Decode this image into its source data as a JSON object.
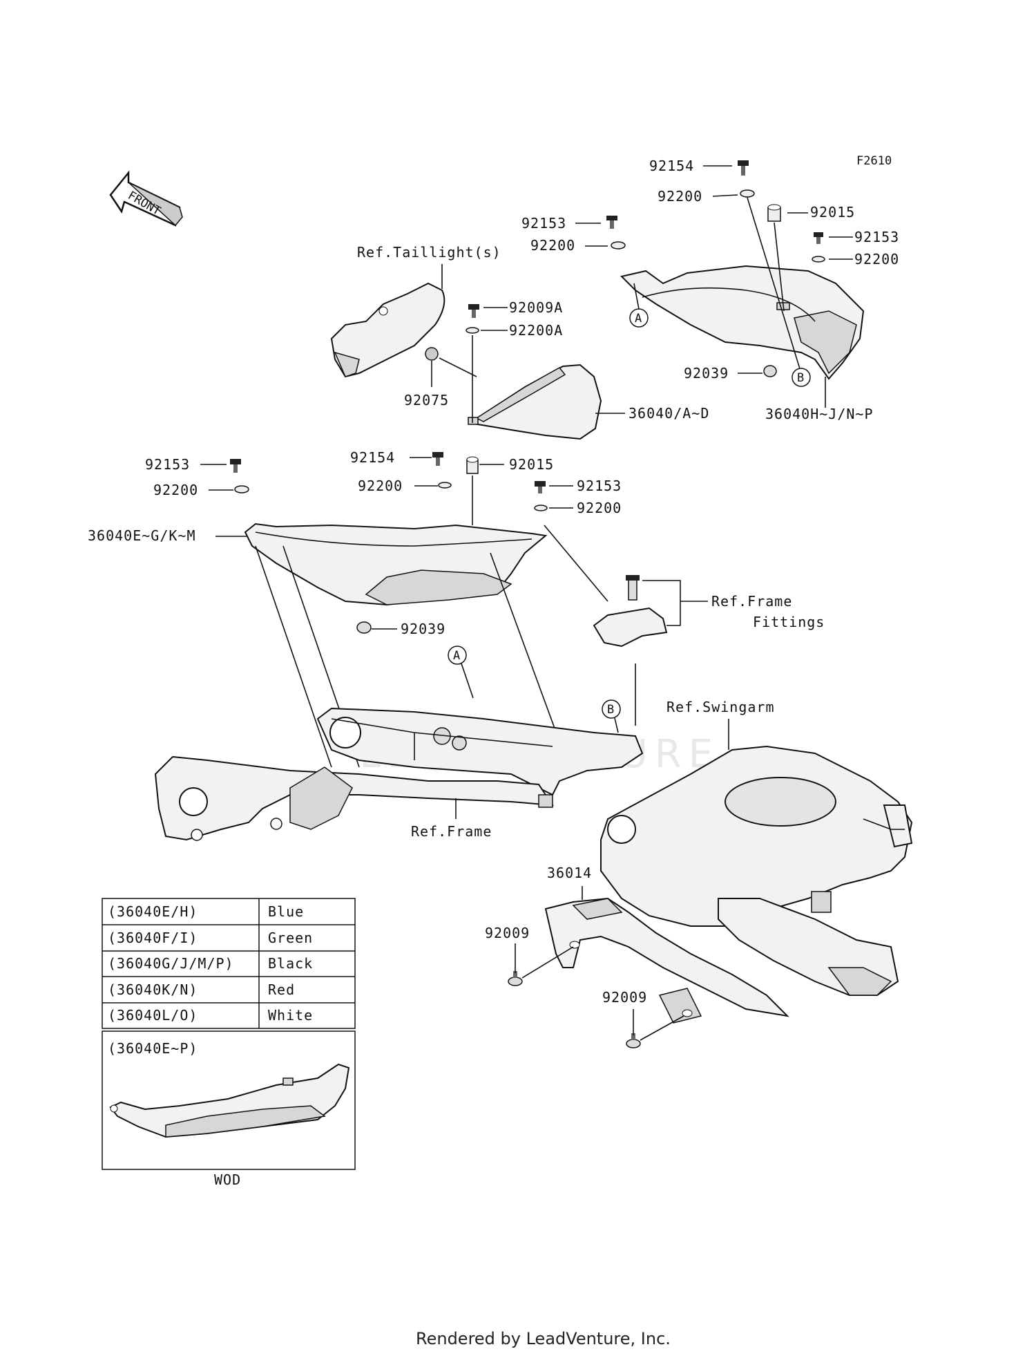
{
  "figure_code": "F2610",
  "direction_arrow": "FRONT",
  "labels": {
    "p92154_top": "92154",
    "p92200_top": "92200",
    "p92015_top": "92015",
    "p92153_rt": "92153",
    "p92200_rt": "92200",
    "p92153_mid": "92153",
    "p92200_mid": "92200",
    "ref_taillight": "Ref.Taillight(s)",
    "p92009A": "92009A",
    "p92200A": "92200A",
    "p92075": "92075",
    "p36040AD": "36040/A~D",
    "p92039_rt": "92039",
    "p36040HP": "36040H~J/N~P",
    "p92153_left": "92153",
    "p92200_left": "92200",
    "p36040EM": "36040E~G/K~M",
    "p92154_mid": "92154",
    "p92015_mid": "92015",
    "p92200_center": "92200",
    "p92153_center": "92153",
    "p92200_center2": "92200",
    "ref_frame_fittings_1": "Ref.Frame",
    "ref_frame_fittings_2": "Fittings",
    "p92039_mid": "92039",
    "marker_a": "A",
    "marker_b": "B",
    "ref_swingarm": "Ref.Swingarm",
    "ref_frame": "Ref.Frame",
    "p36014": "36014",
    "p92009_l": "92009",
    "p92009_r": "92009"
  },
  "color_table": [
    {
      "code": "(36040E/H)",
      "color": "Blue"
    },
    {
      "code": "(36040F/I)",
      "color": "Green"
    },
    {
      "code": "(36040G/J/M/P)",
      "color": "Black"
    },
    {
      "code": "(36040K/N)",
      "color": "Red"
    },
    {
      "code": "(36040L/O)",
      "color": "White"
    }
  ],
  "inset": {
    "title": "(36040E~P)",
    "caption": "WOD"
  },
  "watermark": "LEADVENTURE",
  "footer": "Rendered by LeadVenture, Inc."
}
